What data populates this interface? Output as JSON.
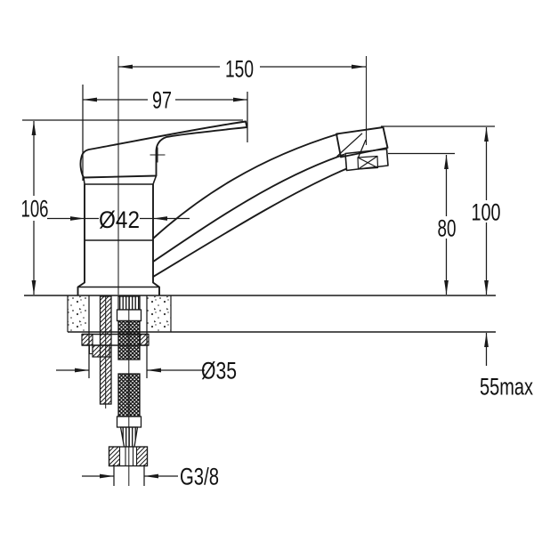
{
  "drawing": {
    "kind": "faucet installation dimension drawing",
    "colors": {
      "line": "#1a1a1a",
      "background": "#ffffff"
    }
  },
  "dimensions": {
    "spout_reach": "150",
    "handle_projection": "97",
    "body_height": "106",
    "body_diameter": "Ø42",
    "outlet_height": "80",
    "spout_height": "100",
    "mounting_hole_diameter": "Ø35",
    "hose_thread": "G3/8",
    "max_counter_thickness": "55max"
  }
}
